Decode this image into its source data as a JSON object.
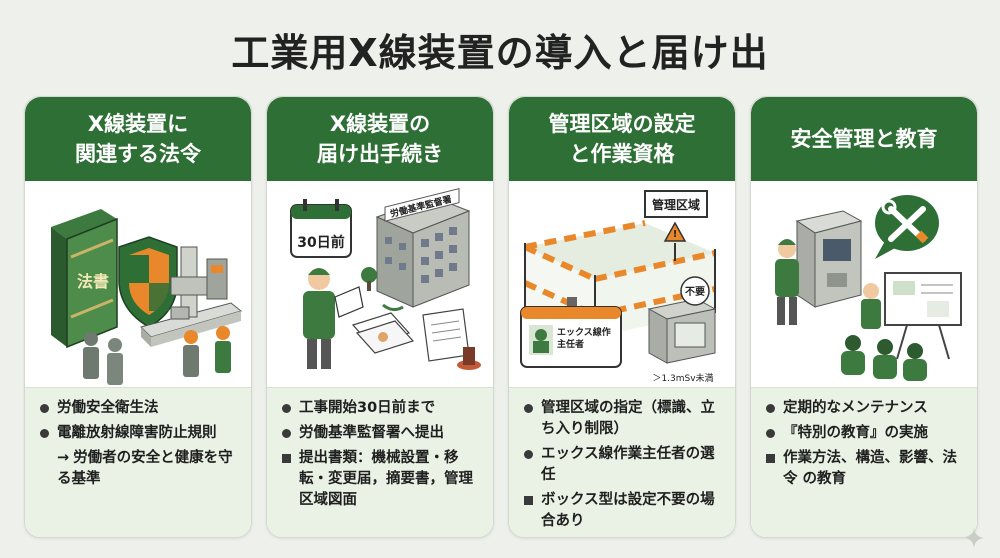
{
  "title": "工業用X線装置の導入と届け出",
  "cards": [
    {
      "head": [
        "X線装置に",
        "関連する法令"
      ],
      "illus": {
        "book_label": "法書"
      },
      "items": [
        {
          "kind": "dot",
          "text": "労働安全衛生法"
        },
        {
          "kind": "dot",
          "text": "電離放射線障害防止規則"
        },
        {
          "kind": "arrow",
          "arrow": "→",
          "text": "労働者の安全と健康を守る基準"
        }
      ]
    },
    {
      "head": [
        "X線装置の",
        "届け出手続き"
      ],
      "illus": {
        "calendar_label": "30日前",
        "building_sign": "労働基準監督署"
      },
      "items": [
        {
          "kind": "dot",
          "text": "工事開始30日前まで"
        },
        {
          "kind": "dot",
          "text": "労働基準監督署へ提出"
        },
        {
          "kind": "sq",
          "text": "提出書類：機械設置・移転・変更届，摘要書，管理区域図面"
        }
      ]
    },
    {
      "head": [
        "管理区域の設定",
        "と作業資格"
      ],
      "illus": {
        "zone_sign": "管理区域",
        "id_card": [
          "エックス線作",
          "主任者"
        ],
        "unneeded": "不要",
        "dose": "＞1.3mSv未満"
      },
      "items": [
        {
          "kind": "dot",
          "text": "管理区域の指定（標識、立ち入り制限）"
        },
        {
          "kind": "dot",
          "text": "エックス線作業主任者の選任"
        },
        {
          "kind": "sq",
          "text": "ボックス型は設定不要の場合あり"
        }
      ]
    },
    {
      "head": [
        "安全管理と教育"
      ],
      "illus": {},
      "items": [
        {
          "kind": "dot",
          "text": "定期的なメンテナンス"
        },
        {
          "kind": "dot",
          "text": "『特別の教育』の実施"
        },
        {
          "kind": "sq",
          "text": "作業方法、構造、影響、法令 の教育"
        }
      ]
    }
  ],
  "colors": {
    "header_green": "#2e6f36",
    "body_green": "#eaf2e5",
    "accent_orange": "#e8882a"
  }
}
